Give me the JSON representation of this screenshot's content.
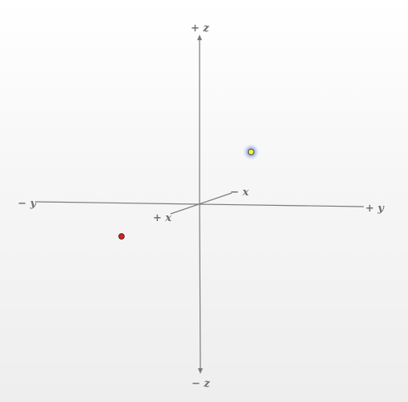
{
  "axes": {
    "z_pos_label": "+ z",
    "z_neg_label": "− z",
    "y_neg_label": "− y",
    "y_pos_label": "+ y",
    "x_neg_label": "− x",
    "x_pos_label": "+ x"
  },
  "points": [
    {
      "name": "yellow-point",
      "color": "#f2ee3a",
      "highlighted": true,
      "glow_color": "#5c7fd6"
    },
    {
      "name": "red-point",
      "color": "#e01b1b",
      "highlighted": false
    }
  ],
  "colors": {
    "axis": "#7a7a7a",
    "label": "#6f6f6f"
  }
}
